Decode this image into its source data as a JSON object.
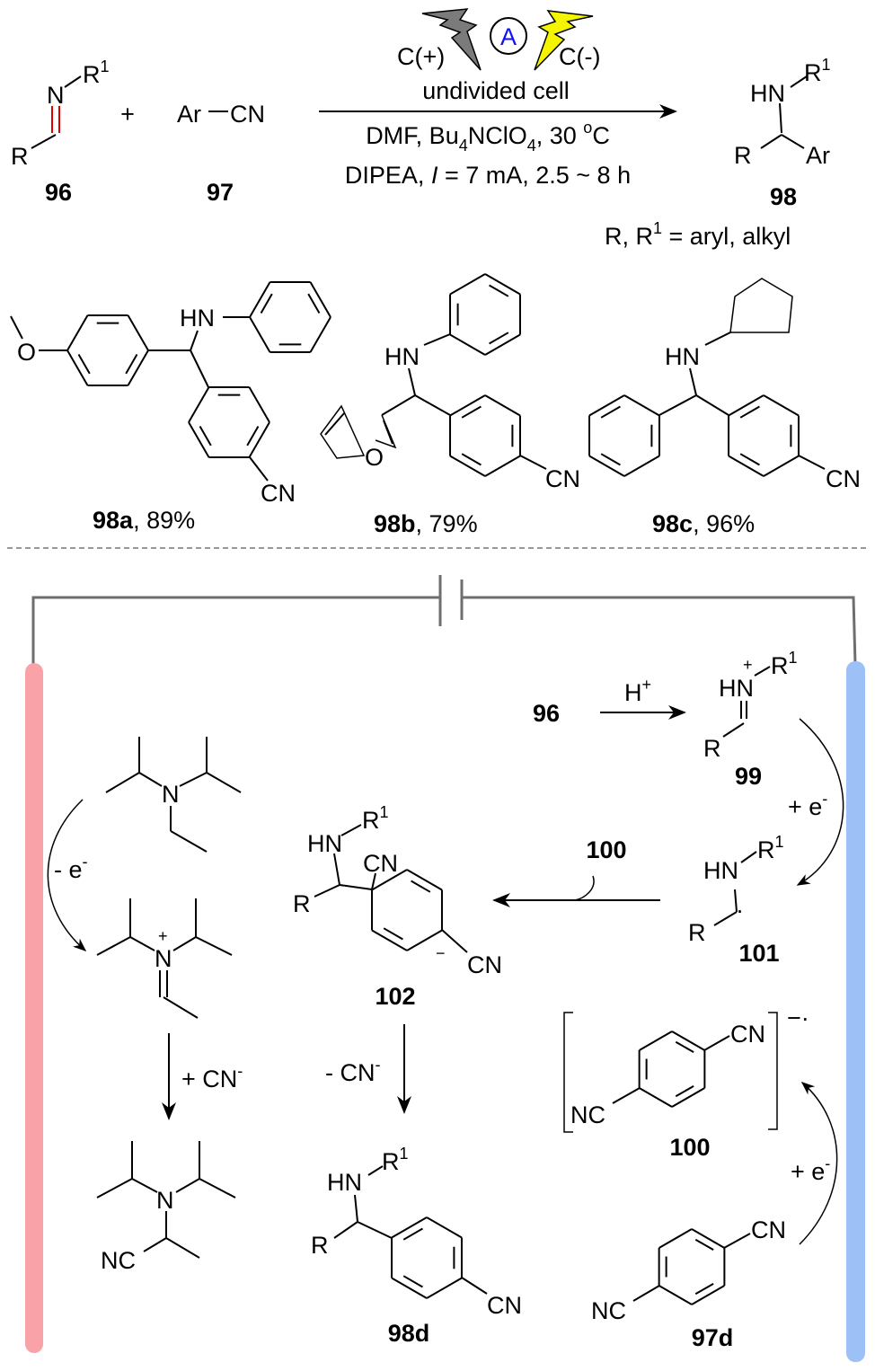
{
  "colors": {
    "anode_electrode": "#f9a3a9",
    "cathode_electrode": "#9dc0f7",
    "circuit": "#6e6e6e",
    "ammeter_letter": "#1010ff",
    "anode_bolt": "#7b7b7b",
    "cathode_bolt": "#f5f500",
    "imine_bond": "#e00000"
  },
  "icons": [
    "lightning-bolt-gray",
    "lightning-bolt-yellow",
    "ammeter-circle"
  ],
  "scheme": {
    "n": "N",
    "r1": "R",
    "sup1": "1",
    "r": "R",
    "label_96": "96",
    "plus": "+",
    "ar": "Ar",
    "cn": "CN",
    "label_97": "97",
    "anode": "C(+)",
    "cathode": "C(-)",
    "ammeter": "A",
    "cell": "undivided cell",
    "cond1": [
      "DMF, Bu",
      "4",
      "NClO",
      "4",
      ", 30 ",
      "o",
      "C"
    ],
    "cond2": [
      "DIPEA, ",
      "I",
      " = 7 mA, 2.5 ~ 8 h"
    ],
    "hn": "HN",
    "label_98": "98",
    "scope": [
      "R, R",
      "1",
      " = aryl, alkyl"
    ]
  },
  "examples": [
    {
      "label": "98a",
      "yield": ", 89%",
      "o": "O",
      "hn": "HN",
      "cn": "CN"
    },
    {
      "label": "98b",
      "yield": ", 79%",
      "o": "O",
      "hn": "HN",
      "cn": "CN"
    },
    {
      "label": "98c",
      "yield": ", 96%",
      "hn": "HN",
      "cn": "CN"
    }
  ],
  "mechanism": {
    "n": "N",
    "plus": "+",
    "minus": "−",
    "nc": "NC",
    "cn": "CN",
    "hn": "HN",
    "r": "R",
    "r1": "R",
    "sup1": "1",
    "minus_e": "- e",
    "plus_e": "+ e",
    "e_sup": "-",
    "h": "H",
    "h_sup": "+",
    "plus_cn": "+ CN",
    "minus_cn": "- CN",
    "cn_sup": "-",
    "radical_anion": "−·",
    "dot": "·",
    "labels": {
      "l96": "96",
      "l99": "99",
      "l100a": "100",
      "l100b": "100",
      "l101": "101",
      "l102": "102",
      "l98d": "98d",
      "l97d": "97d"
    }
  }
}
